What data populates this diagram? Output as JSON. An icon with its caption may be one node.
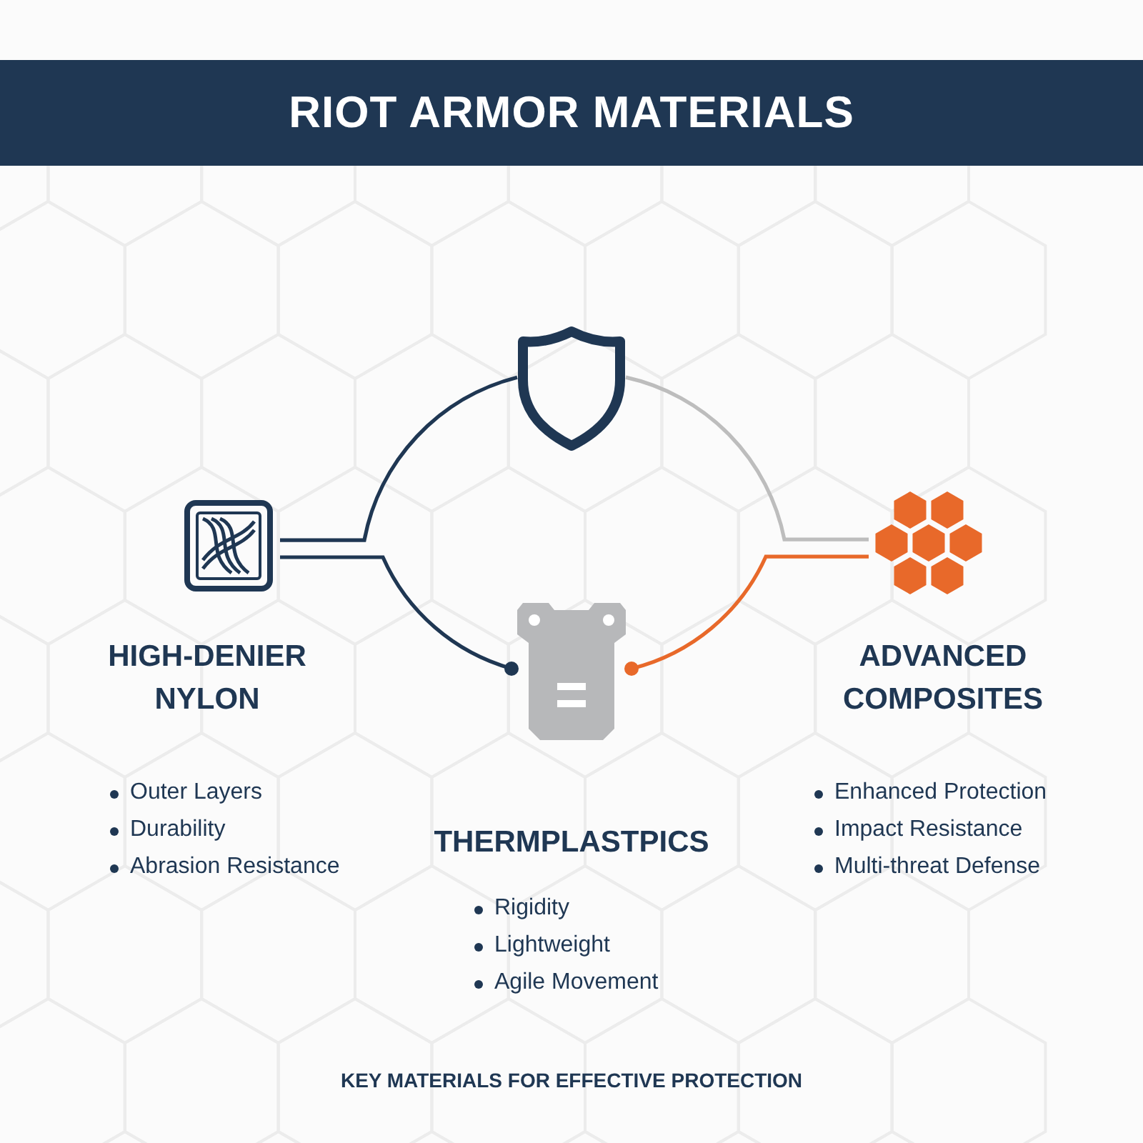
{
  "diagram": {
    "title": "RIOT ARMOR MATERIALS",
    "caption": "KEY MATERIALS FOR EFFECTIVE PROTECTION",
    "nodes": [
      {
        "text": [],
        "shape": "shield"
      },
      {
        "text": [],
        "shape": "picture",
        "beside": [
          "HIGH-DENIER NYLON",
          "Outer Layers",
          "Durability",
          "Abrasion Resistance"
        ]
      },
      {
        "text": [],
        "shape": "picture",
        "beside": [
          "THERMPLASTPICS",
          "Rigidity",
          "Lightweight",
          "Agile Movement"
        ]
      },
      {
        "text": [],
        "shape": "picture",
        "beside": [
          "ADVANCED COMPOSITES",
          "Enhanced Protection",
          "Impact Resistance",
          "Multi-threat Defense"
        ]
      }
    ],
    "edges": [
      {
        "from": 0,
        "to": 1,
        "arrow": "none"
      },
      {
        "from": 1,
        "to": 2,
        "arrow": "other"
      },
      {
        "from": 0,
        "to": 3,
        "arrow": "none",
        "color": "#bdbdbd"
      },
      {
        "from": 3,
        "to": 2,
        "arrow": "other",
        "color": "#e8692a"
      }
    ]
  }
}
